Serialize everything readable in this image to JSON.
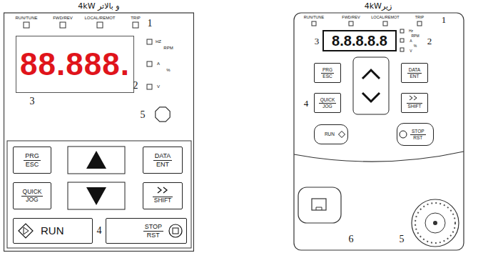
{
  "diagram": {
    "nodes": [
      {
        "text": [
          "4kW و بالاتر"
        ]
      },
      {
        "text": [
          "88.888."
        ],
        "in": 0
      },
      {
        "text": [
          "PRG",
          "ESC"
        ],
        "in": 0
      },
      {
        "text": [
          "DATA",
          "ENT"
        ],
        "in": 0
      },
      {
        "text": [
          "QUICK",
          "JOG"
        ],
        "in": 0
      },
      {
        "text": [
          "SHIFT"
        ],
        "in": 0
      },
      {
        "text": [
          "RUN"
        ],
        "in": 0
      },
      {
        "text": [
          "STOP",
          "RST"
        ],
        "in": 0
      },
      {
        "text": [
          "زیر4kW"
        ]
      },
      {
        "text": [
          "8.8.8.8.8"
        ],
        "in": 8
      },
      {
        "text": [
          "PRG",
          "ESC"
        ],
        "in": 8
      },
      {
        "text": [
          "DATA",
          "ENT"
        ],
        "in": 8
      },
      {
        "text": [
          "QUICK",
          "JOG"
        ],
        "in": 8
      },
      {
        "text": [
          "SHIFT"
        ],
        "in": 8
      },
      {
        "text": [
          "RUN"
        ],
        "in": 8
      },
      {
        "text": [
          "STOP",
          "RST"
        ],
        "in": 8
      }
    ],
    "labels": [
      "RUN/TUNE",
      "FWD/REV",
      "LOCAL/REMOT",
      "TRIP",
      "1",
      "HZ",
      "RPM",
      "A",
      "%",
      "V",
      "2",
      "3",
      "5",
      "4",
      "RUN/TUNE",
      "FWD/REV",
      "LOCAL/REMOT",
      "TRIP",
      "1",
      "Hz",
      "RPM",
      "A",
      "%",
      "V",
      "2",
      "3",
      "4",
      "6",
      "5"
    ]
  }
}
